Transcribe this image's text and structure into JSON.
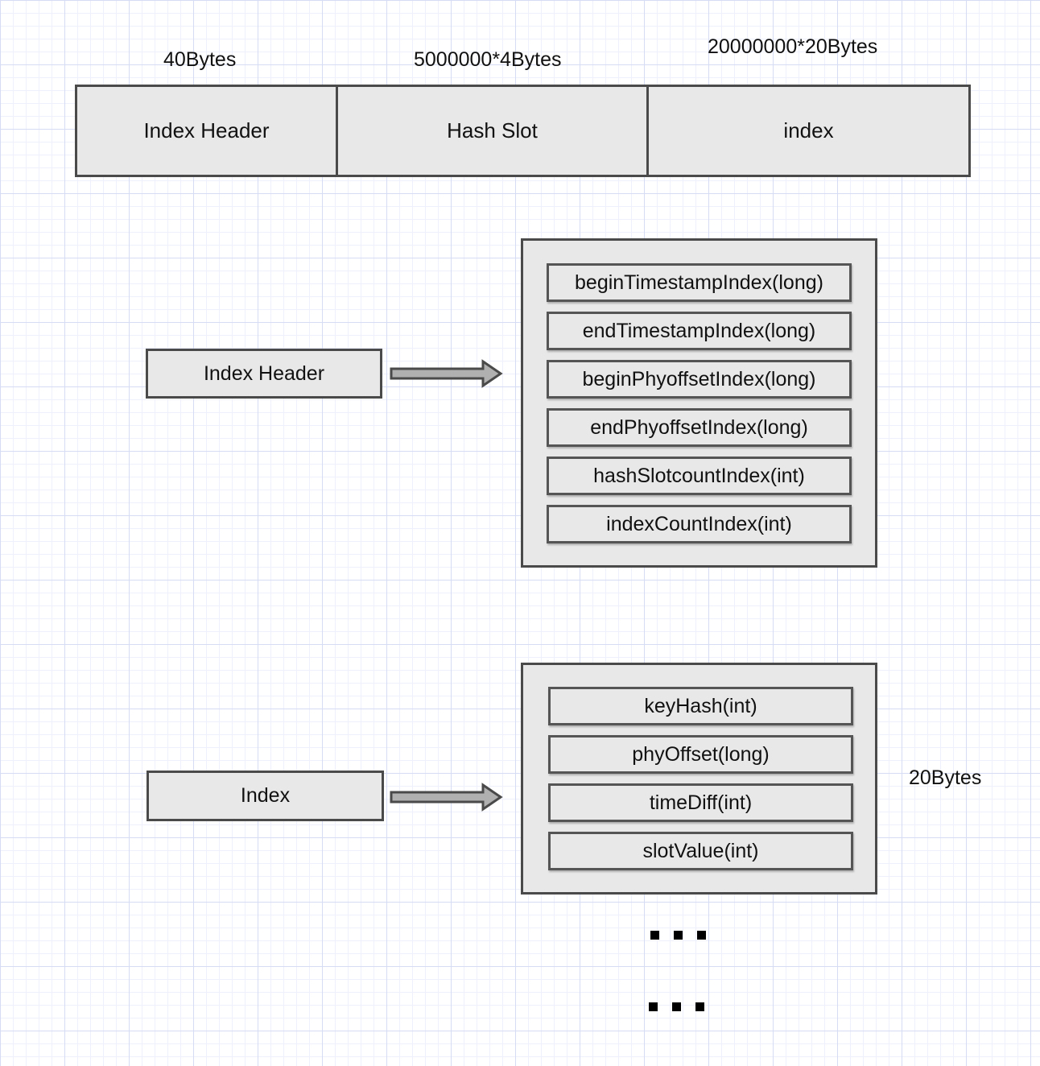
{
  "layout_bar": {
    "size_labels": [
      "40Bytes",
      "5000000*4Bytes",
      "20000000*20Bytes"
    ],
    "segments": [
      "Index Header",
      "Hash Slot",
      "index"
    ]
  },
  "header_detail": {
    "source": "Index Header",
    "fields": [
      "beginTimestampIndex(long)",
      "endTimestampIndex(long)",
      "beginPhyoffsetIndex(long)",
      "endPhyoffsetIndex(long)",
      "hashSlotcountIndex(int)",
      "indexCountIndex(int)"
    ]
  },
  "index_detail": {
    "source": "Index",
    "fields": [
      "keyHash(int)",
      "phyOffset(long)",
      "timeDiff(int)",
      "slotValue(int)"
    ],
    "size_label": "20Bytes"
  },
  "colors": {
    "box_fill": "#e8e8e8",
    "box_border": "#4a4a4a",
    "grid_major": "#d6dcf4",
    "grid_minor": "#eef0fb"
  }
}
